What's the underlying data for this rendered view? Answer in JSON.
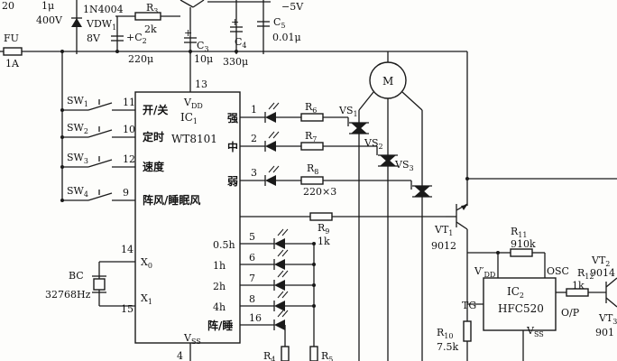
{
  "top": {
    "t20": "20",
    "c1v": "1μ",
    "c1vv": "400V",
    "d1": "1N4004",
    "r3": "R",
    "r3s": "3",
    "r3v": "2k",
    "vdw": "VDW",
    "vdws": "1",
    "vdwv": "8V",
    "c2": "C",
    "c2s": "2",
    "c2v": "220μ",
    "c3": "C",
    "c3s": "3",
    "c3v": "10μ",
    "c4": "C",
    "c4s": "4",
    "c4v": "330μ",
    "c5": "C",
    "c5s": "5",
    "c5v": "0.01μ",
    "neg5": "−5V",
    "fu": "FU",
    "fuv": "1A"
  },
  "ic1": {
    "vdd": "V",
    "vdds": "DD",
    "name": "IC",
    "names": "1",
    "model": "WT8101",
    "vss": "V",
    "vsss": "SS",
    "pin13": "13",
    "pin4": "4",
    "x0": "X",
    "x0s": "0",
    "x1": "X",
    "x1s": "1",
    "pin14": "14",
    "pin15": "15"
  },
  "switches": [
    {
      "label": "SW",
      "sub": "1",
      "pin": "11",
      "func": "开/关"
    },
    {
      "label": "SW",
      "sub": "2",
      "pin": "10",
      "func": "定时"
    },
    {
      "label": "SW",
      "sub": "3",
      "pin": "12",
      "func": "速度"
    },
    {
      "label": "SW",
      "sub": "4",
      "pin": "9",
      "func": "阵风/睡眠风"
    }
  ],
  "crystal": {
    "label": "BC",
    "freq": "32768Hz"
  },
  "speeds": [
    {
      "pin": "1",
      "func": "强",
      "r": "R",
      "rs": "6"
    },
    {
      "pin": "2",
      "func": "中",
      "r": "R",
      "rs": "7"
    },
    {
      "pin": "3",
      "func": "弱",
      "r": "R",
      "rs": "8",
      "rv": "220×3"
    }
  ],
  "timers": [
    {
      "pin": "5",
      "func": "0.5h"
    },
    {
      "pin": "6",
      "func": "1h"
    },
    {
      "pin": "7",
      "func": "2h"
    },
    {
      "pin": "8",
      "func": "4h"
    },
    {
      "pin": "16",
      "func": "阵/睡"
    }
  ],
  "r4": {
    "label": "R",
    "sub": "4"
  },
  "r5": {
    "label": "R",
    "sub": "5"
  },
  "r9": {
    "label": "R",
    "sub": "9",
    "value": "1k"
  },
  "motor": "M",
  "vs": [
    {
      "label": "VS",
      "sub": "1"
    },
    {
      "label": "VS",
      "sub": "2"
    },
    {
      "label": "VS",
      "sub": "3"
    }
  ],
  "vt1": {
    "label": "VT",
    "sub": "1",
    "model": "9012"
  },
  "r11": {
    "label": "R",
    "sub": "11",
    "value": "910k"
  },
  "ic2": {
    "vdd": "V′",
    "vdds": "DD",
    "osc": "OSC",
    "name": "IC",
    "names": "2",
    "model": "HFC520",
    "tg": "TG",
    "vss": "V",
    "vsss": "SS",
    "op": "O/P"
  },
  "r12": {
    "label": "R",
    "sub": "12",
    "value": "1k"
  },
  "r10": {
    "label": "R",
    "sub": "10",
    "value": "7.5k"
  },
  "vt2": {
    "label": "VT",
    "sub": "2",
    "model": "9014"
  },
  "vt3": {
    "label": "VT",
    "sub": "3",
    "model": "901"
  }
}
